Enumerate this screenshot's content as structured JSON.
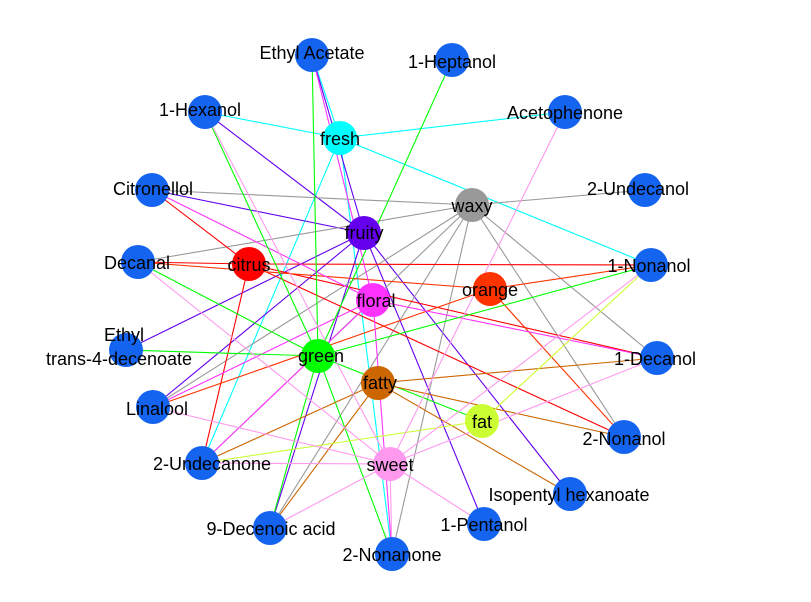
{
  "colors": {
    "compound": "#1464f0",
    "fresh": "#00ffff",
    "fruity": "#6400ee",
    "waxy": "#999999",
    "citrus": "#ff0000",
    "orange": "#ff3300",
    "floral": "#ff33ff",
    "green": "#00ff00",
    "fatty": "#cc6600",
    "fat": "#ccff33",
    "sweet": "#ff99ee"
  },
  "nodes": [
    {
      "id": "ethyl_acetate",
      "label": "Ethyl Acetate",
      "kind": "compound"
    },
    {
      "id": "heptanol",
      "label": "1-Heptanol",
      "kind": "compound"
    },
    {
      "id": "hexanol",
      "label": "1-Hexanol",
      "kind": "compound"
    },
    {
      "id": "acetophenone",
      "label": "Acetophenone",
      "kind": "compound"
    },
    {
      "id": "citronellol",
      "label": "Citronellol",
      "kind": "compound"
    },
    {
      "id": "undecanol",
      "label": "2-Undecanol",
      "kind": "compound"
    },
    {
      "id": "decanal",
      "label": "Decanal",
      "kind": "compound"
    },
    {
      "id": "nonanol1",
      "label": "1-Nonanol",
      "kind": "compound"
    },
    {
      "id": "ethyl_decenoate",
      "label": "Ethyl\ntrans-4-decenoate",
      "kind": "compound"
    },
    {
      "id": "decanol",
      "label": "1-Decanol",
      "kind": "compound"
    },
    {
      "id": "linalool",
      "label": "Linalool",
      "kind": "compound"
    },
    {
      "id": "nonanol2",
      "label": "2-Nonanol",
      "kind": "compound"
    },
    {
      "id": "undecanone",
      "label": "2-Undecanone",
      "kind": "compound"
    },
    {
      "id": "isopentyl",
      "label": "Isopentyl hexanoate",
      "kind": "compound"
    },
    {
      "id": "decenoic",
      "label": "9-Decenoic acid",
      "kind": "compound"
    },
    {
      "id": "pentanol",
      "label": "1-Pentanol",
      "kind": "compound"
    },
    {
      "id": "nonanone",
      "label": "2-Nonanone",
      "kind": "compound"
    },
    {
      "id": "fresh",
      "label": "fresh",
      "kind": "fresh"
    },
    {
      "id": "fruity",
      "label": "fruity",
      "kind": "fruity"
    },
    {
      "id": "waxy",
      "label": "waxy",
      "kind": "waxy"
    },
    {
      "id": "citrus",
      "label": "citrus",
      "kind": "citrus"
    },
    {
      "id": "orange",
      "label": "orange",
      "kind": "orange"
    },
    {
      "id": "floral",
      "label": "floral",
      "kind": "floral"
    },
    {
      "id": "green",
      "label": "green",
      "kind": "green"
    },
    {
      "id": "fatty",
      "label": "fatty",
      "kind": "fatty"
    },
    {
      "id": "fat",
      "label": "fat",
      "kind": "fat"
    },
    {
      "id": "sweet",
      "label": "sweet",
      "kind": "sweet"
    }
  ],
  "edges": [
    {
      "from": "fresh",
      "to": "ethyl_acetate"
    },
    {
      "from": "fresh",
      "to": "hexanol"
    },
    {
      "from": "fresh",
      "to": "acetophenone"
    },
    {
      "from": "fresh",
      "to": "nonanol1"
    },
    {
      "from": "fresh",
      "to": "undecanone"
    },
    {
      "from": "fresh",
      "to": "nonanone"
    },
    {
      "from": "fruity",
      "to": "ethyl_acetate"
    },
    {
      "from": "fruity",
      "to": "hexanol"
    },
    {
      "from": "fruity",
      "to": "citronellol"
    },
    {
      "from": "fruity",
      "to": "ethyl_decenoate"
    },
    {
      "from": "fruity",
      "to": "linalool"
    },
    {
      "from": "fruity",
      "to": "isopentyl"
    },
    {
      "from": "fruity",
      "to": "decenoic"
    },
    {
      "from": "fruity",
      "to": "pentanol"
    },
    {
      "from": "waxy",
      "to": "citronellol"
    },
    {
      "from": "waxy",
      "to": "undecanol"
    },
    {
      "from": "waxy",
      "to": "decanal"
    },
    {
      "from": "waxy",
      "to": "decanol"
    },
    {
      "from": "waxy",
      "to": "nonanol2"
    },
    {
      "from": "waxy",
      "to": "linalool"
    },
    {
      "from": "waxy",
      "to": "undecanone"
    },
    {
      "from": "waxy",
      "to": "decenoic"
    },
    {
      "from": "waxy",
      "to": "nonanone"
    },
    {
      "from": "citrus",
      "to": "citronellol"
    },
    {
      "from": "citrus",
      "to": "decanal"
    },
    {
      "from": "citrus",
      "to": "nonanol1"
    },
    {
      "from": "citrus",
      "to": "decanol"
    },
    {
      "from": "citrus",
      "to": "nonanol2"
    },
    {
      "from": "citrus",
      "to": "undecanone"
    },
    {
      "from": "orange",
      "to": "decanal"
    },
    {
      "from": "orange",
      "to": "nonanol1"
    },
    {
      "from": "orange",
      "to": "linalool"
    },
    {
      "from": "orange",
      "to": "nonanol2"
    },
    {
      "from": "floral",
      "to": "ethyl_acetate"
    },
    {
      "from": "floral",
      "to": "citronellol"
    },
    {
      "from": "floral",
      "to": "decanol"
    },
    {
      "from": "floral",
      "to": "linalool"
    },
    {
      "from": "floral",
      "to": "undecanone"
    },
    {
      "from": "floral",
      "to": "nonanone"
    },
    {
      "from": "green",
      "to": "ethyl_acetate"
    },
    {
      "from": "green",
      "to": "heptanol"
    },
    {
      "from": "green",
      "to": "hexanol"
    },
    {
      "from": "green",
      "to": "decanal"
    },
    {
      "from": "green",
      "to": "nonanol1"
    },
    {
      "from": "green",
      "to": "ethyl_decenoate"
    },
    {
      "from": "green",
      "to": "fat"
    },
    {
      "from": "green",
      "to": "decenoic"
    },
    {
      "from": "green",
      "to": "nonanone"
    },
    {
      "from": "fatty",
      "to": "decanol"
    },
    {
      "from": "fatty",
      "to": "undecanone"
    },
    {
      "from": "fatty",
      "to": "decenoic"
    },
    {
      "from": "fatty",
      "to": "isopentyl"
    },
    {
      "from": "fatty",
      "to": "nonanol2"
    },
    {
      "from": "fat",
      "to": "nonanol1"
    },
    {
      "from": "fat",
      "to": "undecanone"
    },
    {
      "from": "sweet",
      "to": "acetophenone"
    },
    {
      "from": "sweet",
      "to": "hexanol"
    },
    {
      "from": "sweet",
      "to": "decanal"
    },
    {
      "from": "sweet",
      "to": "nonanol1"
    },
    {
      "from": "sweet",
      "to": "decanol"
    },
    {
      "from": "sweet",
      "to": "linalool"
    },
    {
      "from": "sweet",
      "to": "undecanone"
    },
    {
      "from": "sweet",
      "to": "decenoic"
    },
    {
      "from": "sweet",
      "to": "pentanol"
    },
    {
      "from": "sweet",
      "to": "nonanone"
    }
  ]
}
